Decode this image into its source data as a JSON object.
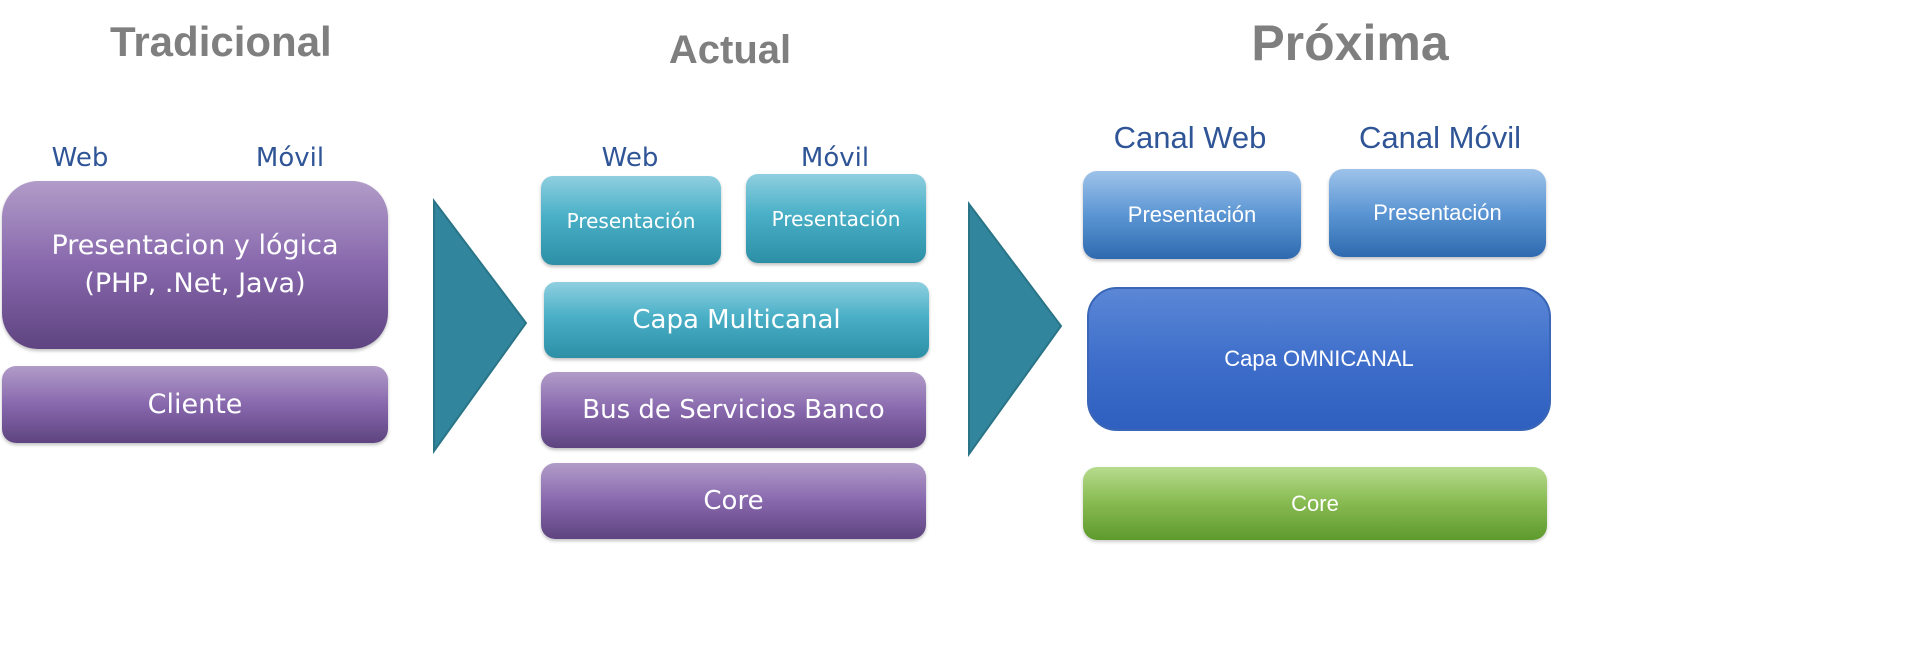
{
  "columns": {
    "tradicional": {
      "title": "Tradicional",
      "label_web": "Web",
      "label_movil": "Móvil",
      "presentation_box": "Presentacion y lógica (PHP, .Net, Java)",
      "cliente_box": "Cliente"
    },
    "actual": {
      "title": "Actual",
      "label_web": "Web",
      "label_movil": "Móvil",
      "presentacion_web": "Presentación",
      "presentacion_movil": "Presentación",
      "capa_multicanal": "Capa Multicanal",
      "bus_servicios": "Bus de Servicios Banco",
      "core": "Core"
    },
    "proxima": {
      "title": "Próxima",
      "label_web": "Canal Web",
      "label_movil": "Canal Móvil",
      "presentacion_web": "Presentación",
      "presentacion_movil": "Presentación",
      "capa_omnicanal": "Capa OMNICANAL",
      "core": "Core"
    }
  },
  "colors": {
    "title_gray": "#7f7f7f",
    "label_blue": "#2f5597",
    "arrow_teal": "#31859c",
    "purple": "#8868ad",
    "teal": "#4ab0c7",
    "blue": "#3f6fcb",
    "green": "#8bbd55"
  }
}
